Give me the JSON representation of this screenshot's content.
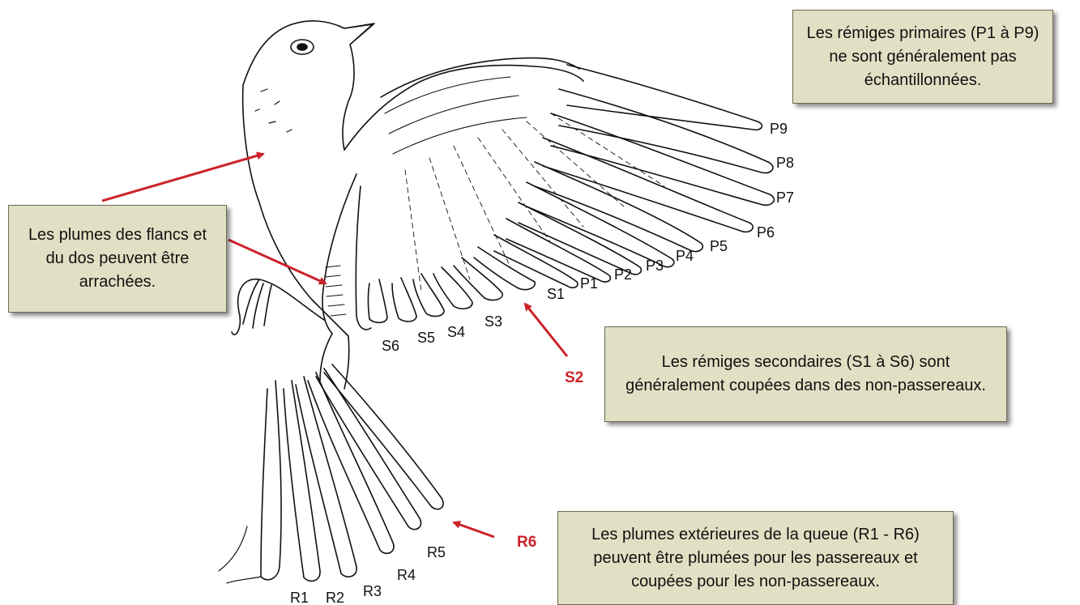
{
  "notes": {
    "primaries": "Les rémiges primaires (P1 à P9) ne sont généralement pas échantillonnées.",
    "flanks": "Les plumes des flancs et du dos peuvent être arrachées.",
    "secondaries": "Les rémiges secondaires (S1 à S6) sont généralement coupées dans des non-passereaux.",
    "tail": "Les plumes extérieures de la queue (R1 - R6) peuvent être plumées pour les passereaux et coupées pour les non-passereaux."
  },
  "callouts": {
    "s2": "S2",
    "r6": "R6",
    "color": "#cc2229"
  },
  "primaries": [
    "P1",
    "P2",
    "P3",
    "P4",
    "P5",
    "P6",
    "P7",
    "P8",
    "P9"
  ],
  "secondaries": [
    "S1",
    "S3",
    "S4",
    "S5",
    "S6"
  ],
  "rectrices": [
    "R1",
    "R2",
    "R3",
    "R4",
    "R5"
  ],
  "colors": {
    "box_fill": "#e2e0c4",
    "line": "#111111"
  }
}
